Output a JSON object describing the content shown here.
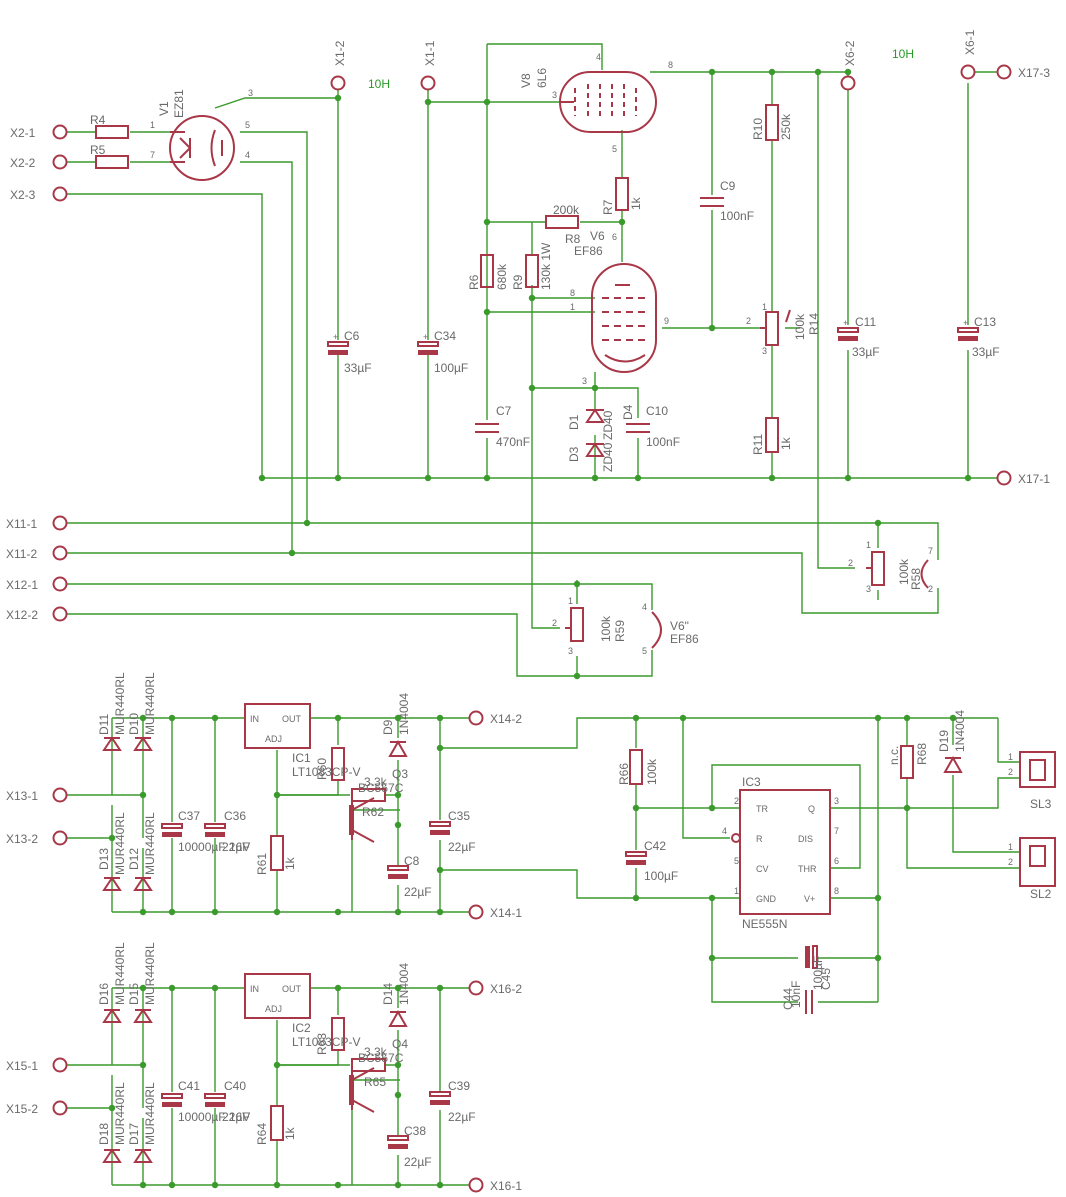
{
  "title": "",
  "connectors": [
    "X1-2",
    "X1-1",
    "X6-2",
    "X6-1",
    "X17-3",
    "X17-1",
    "X2-1",
    "X2-2",
    "X2-3",
    "X11-1",
    "X11-2",
    "X12-1",
    "X12-2",
    "X13-1",
    "X13-2",
    "X14-2",
    "X14-1",
    "X15-1",
    "X15-2",
    "X16-2",
    "X16-1",
    "SL3",
    "SL2"
  ],
  "nets": {
    "heater_label_1": "10H",
    "heater_label_2": "10H"
  },
  "tubes": {
    "v1": {
      "ref": "V1",
      "type": "EZ81"
    },
    "v8": {
      "ref": "V8",
      "type": "6L6"
    },
    "v6": {
      "ref": "V6",
      "type": "EF86"
    },
    "v6b": {
      "ref": "V6\"",
      "type": "EF86"
    }
  },
  "resistors": [
    {
      "ref": "R4",
      "value": ""
    },
    {
      "ref": "R5",
      "value": ""
    },
    {
      "ref": "R6",
      "value": "680k"
    },
    {
      "ref": "R7",
      "value": "1k"
    },
    {
      "ref": "R8",
      "value": "200k"
    },
    {
      "ref": "R9",
      "value": "130k 1W"
    },
    {
      "ref": "R10",
      "value": "250k"
    },
    {
      "ref": "R11",
      "value": "1k"
    },
    {
      "ref": "R61",
      "value": "1k"
    },
    {
      "ref": "R62",
      "value": "3.3k"
    },
    {
      "ref": "R64",
      "value": "1k"
    },
    {
      "ref": "R65",
      "value": "3.3k"
    },
    {
      "ref": "R66",
      "value": "100k"
    },
    {
      "ref": "R68",
      "value": "n.c."
    }
  ],
  "potentiometers": [
    {
      "ref": "R14",
      "value": "100k"
    },
    {
      "ref": "R59",
      "value": "100k"
    },
    {
      "ref": "R58",
      "value": "100k"
    }
  ],
  "capacitors": [
    {
      "ref": "C6",
      "value": "33µF"
    },
    {
      "ref": "C34",
      "value": "100µF"
    },
    {
      "ref": "C7",
      "value": "470nF"
    },
    {
      "ref": "C9",
      "value": "100nF"
    },
    {
      "ref": "C10",
      "value": "100nF"
    },
    {
      "ref": "C11",
      "value": "33µF"
    },
    {
      "ref": "C13",
      "value": "33µF"
    },
    {
      "ref": "C35",
      "value": "22µF"
    },
    {
      "ref": "C36",
      "value": "22µF"
    },
    {
      "ref": "C37",
      "value": "10000µF 16V"
    },
    {
      "ref": "C8",
      "value": "22µF"
    },
    {
      "ref": "C38",
      "value": "22µF"
    },
    {
      "ref": "C39",
      "value": "22µF"
    },
    {
      "ref": "C40",
      "value": "22µF"
    },
    {
      "ref": "C41",
      "value": "10000µF 16V"
    },
    {
      "ref": "C42",
      "value": "100µF"
    },
    {
      "ref": "C44",
      "value": "10nF"
    },
    {
      "ref": "C45",
      "value": "100µF"
    }
  ],
  "diodes": [
    {
      "ref": "D1",
      "value": "ZD40"
    },
    {
      "ref": "D3",
      "value": "ZD40"
    },
    {
      "ref": "D9",
      "value": "1N4004"
    },
    {
      "ref": "D14",
      "value": "1N4004"
    },
    {
      "ref": "D19",
      "value": "1N4004"
    },
    {
      "ref": "D10",
      "value": "MUR440RL"
    },
    {
      "ref": "D11",
      "value": "MUR440RL"
    },
    {
      "ref": "D12",
      "value": "MUR440RL"
    },
    {
      "ref": "D13",
      "value": "MUR440RL"
    },
    {
      "ref": "D15",
      "value": "MUR440RL"
    },
    {
      "ref": "D16",
      "value": "MUR440RL"
    },
    {
      "ref": "D17",
      "value": "MUR440RL"
    },
    {
      "ref": "D18",
      "value": "MUR440RL"
    }
  ],
  "ics": [
    {
      "ref": "IC1",
      "value": "LT1083CP-V"
    },
    {
      "ref": "IC2",
      "value": "LT1083CP-V"
    },
    {
      "ref": "IC3",
      "value": "NE555N"
    }
  ],
  "transistors": [
    {
      "ref": "Q3",
      "value": "BC557C"
    },
    {
      "ref": "Q4",
      "value": "BC557C"
    }
  ],
  "pins_555": [
    "TR",
    "Q",
    "R",
    "DIS",
    "CV",
    "THR",
    "GND",
    "V+"
  ],
  "regulator_pins": [
    "IN",
    "OUT",
    "ADJ"
  ],
  "sheet_labels": {
    "r60": "R60",
    "r63": "R63",
    "d4": "D4"
  }
}
